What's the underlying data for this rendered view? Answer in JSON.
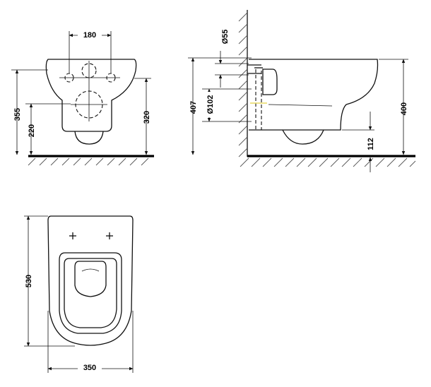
{
  "front_view": {
    "width_between_bolts": "180",
    "total_height": "355",
    "lower_height": "220",
    "right_height": "320"
  },
  "side_view": {
    "pipe_diameter_small": "Ø55",
    "pipe_diameter_large": "Ø102",
    "left_height": "407",
    "right_height": "400",
    "bottom_offset": "112"
  },
  "top_view": {
    "depth": "530",
    "width": "350"
  },
  "colors": {
    "line": "#111111",
    "floor": "#000000",
    "hatch": "#555555",
    "accent": "#e8d860"
  }
}
